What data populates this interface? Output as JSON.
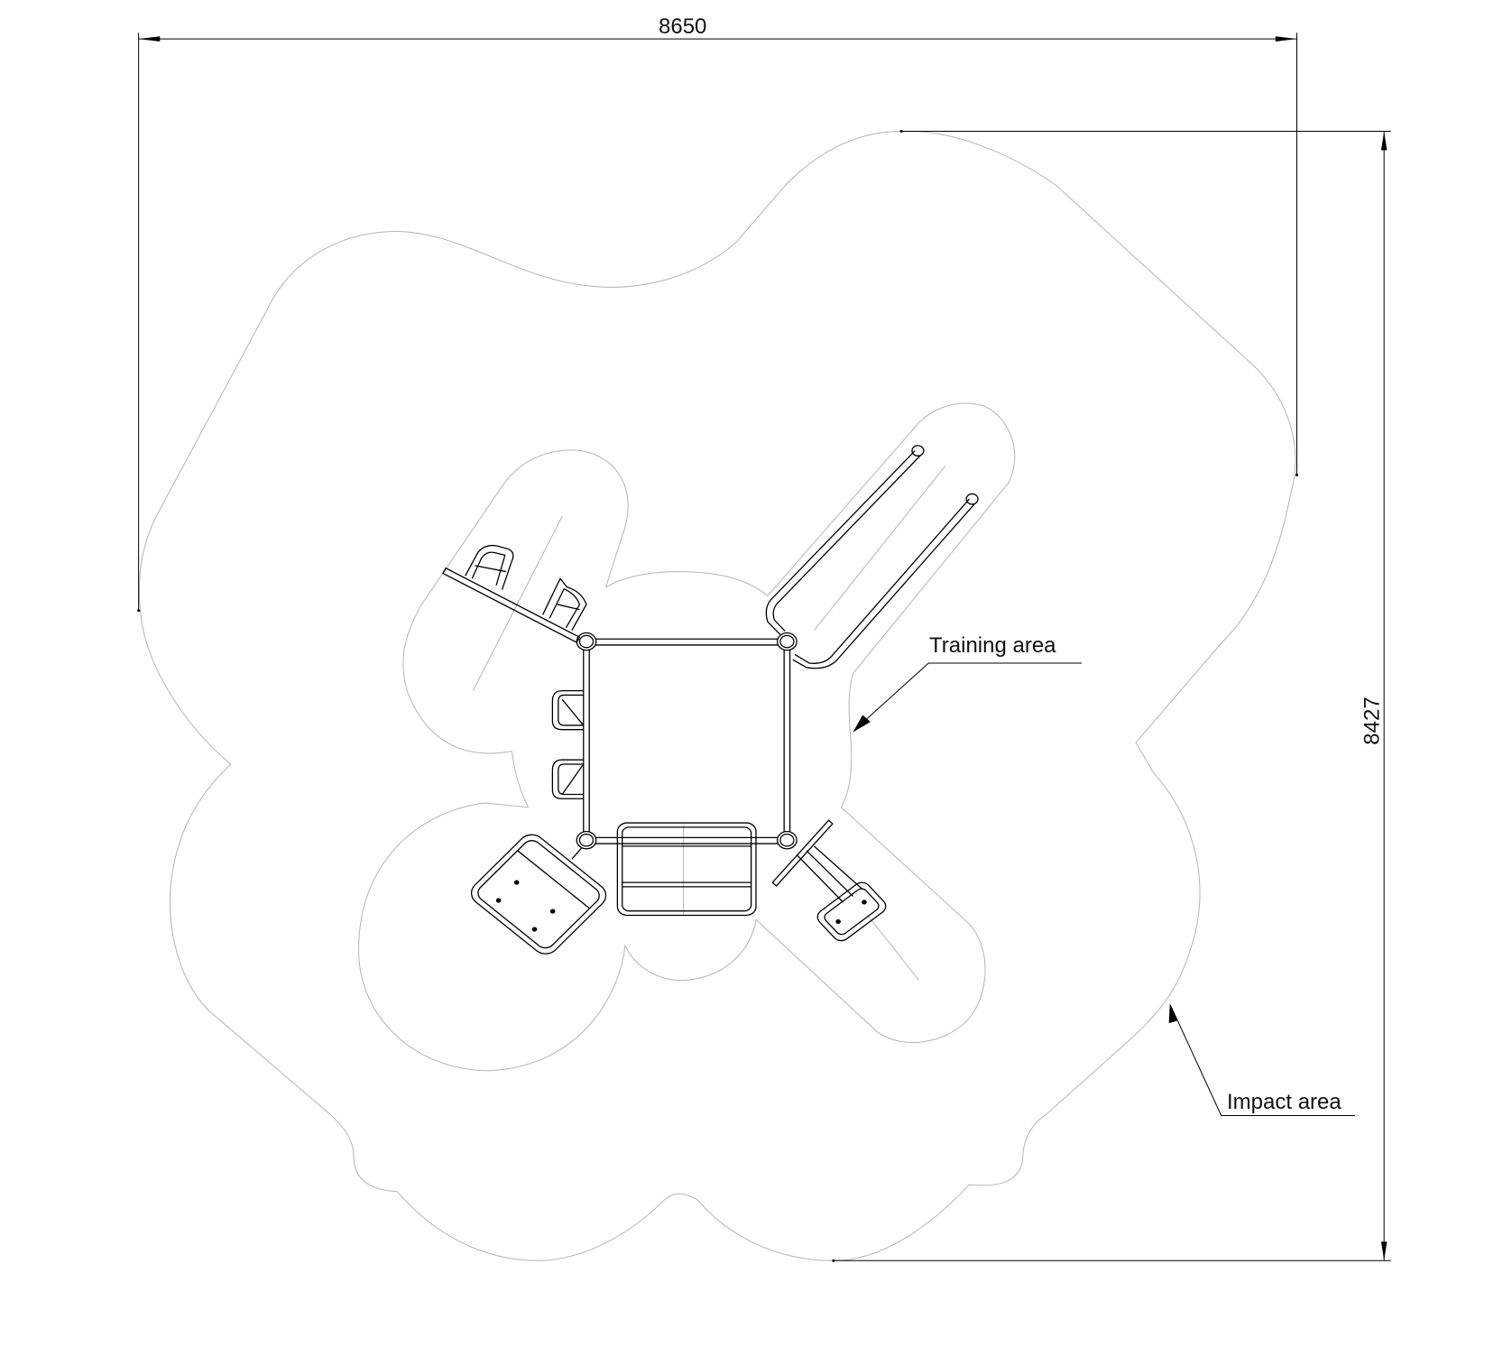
{
  "dimensions": {
    "width": "8650",
    "height": "8427"
  },
  "labels": {
    "training_area": "Training area",
    "impact_area": "Impact area"
  },
  "colors": {
    "line": "#000000",
    "area_outline": "#b4b4b4"
  }
}
